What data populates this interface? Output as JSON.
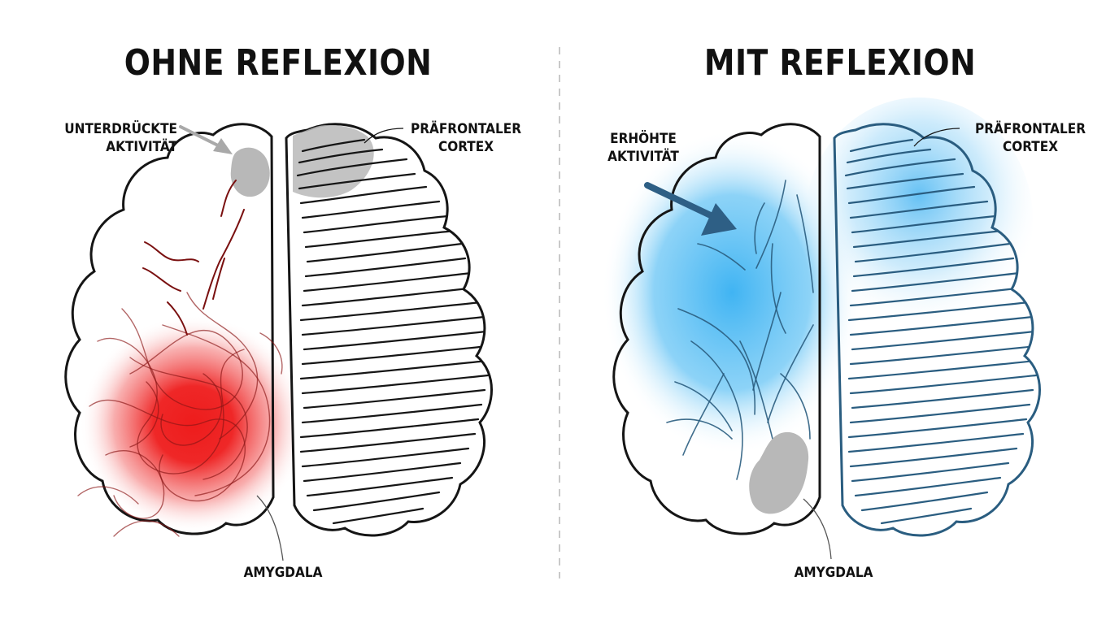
{
  "panels": {
    "left": {
      "title": "OHNE REFLEXION",
      "annotation_suppressed": [
        "UNTERDRÜCKTE",
        "AKTIVITÄT"
      ],
      "label_pfc": [
        "PRÄFRONTALER",
        "CORTEX"
      ],
      "label_amygdala": "AMYGDALA",
      "highlight_color": "#ee1c1c"
    },
    "right": {
      "title": "MIT REFLEXION",
      "annotation_increased": [
        "ERHÖHTE",
        "AKTIVITÄT"
      ],
      "label_pfc": [
        "PRÄFRONTALER",
        "CORTEX"
      ],
      "label_amygdala": "AMYGDALA",
      "highlight_color": "#2aa8f0"
    }
  },
  "colors": {
    "outline": "#151515",
    "fold_line_right": "#2a5d80",
    "arrow_increased": "#2e5f85",
    "arrow_suppressed": "#a9a9a9",
    "neutral_region": "#b8b8b8",
    "veins": "#7a1010",
    "divider": "#c9c9c9"
  }
}
